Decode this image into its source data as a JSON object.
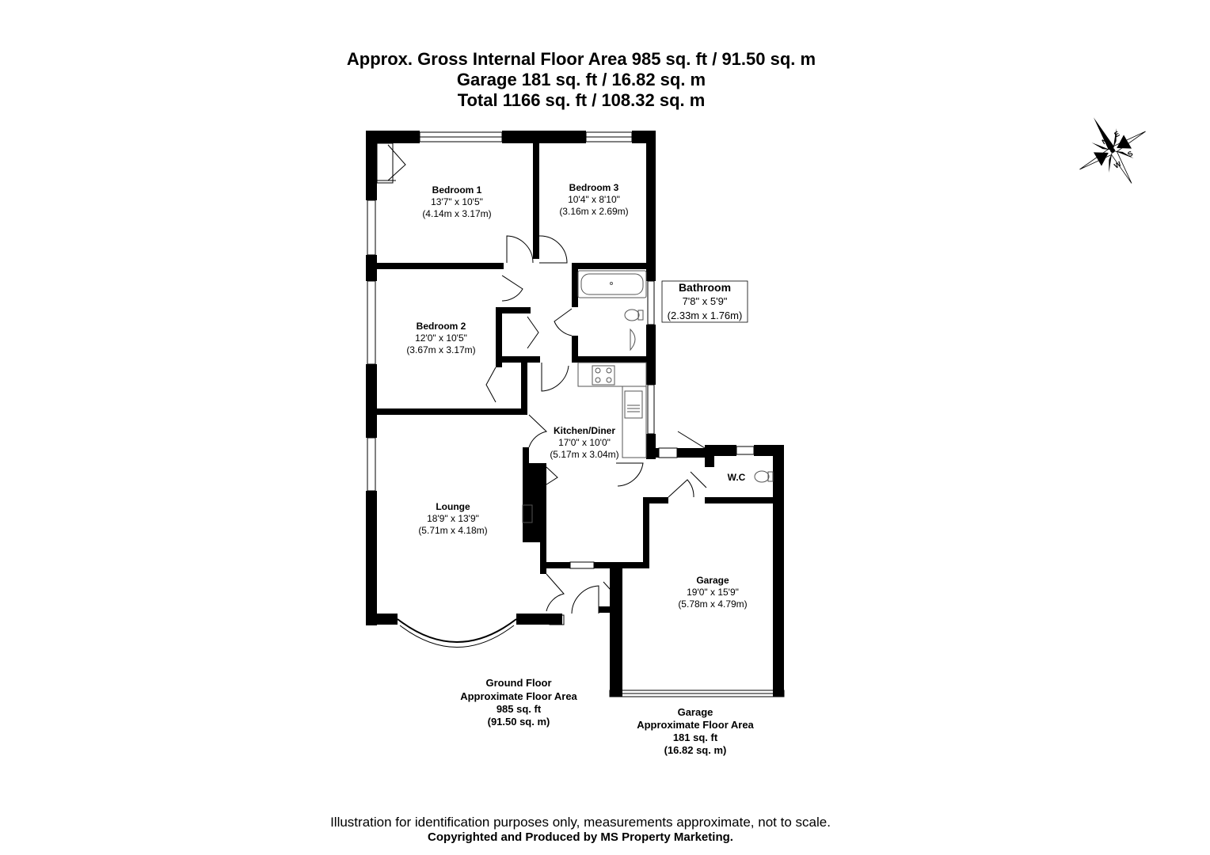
{
  "header": {
    "line1": "Approx. Gross Internal Floor Area 985 sq. ft / 91.50 sq. m",
    "line2": "Garage 181 sq. ft / 16.82 sq. m",
    "line3": "Total 1166 sq. ft / 108.32 sq. m"
  },
  "compass": {
    "n": "N",
    "e": "E",
    "s": "S",
    "w": "W"
  },
  "rooms": {
    "bedroom1": {
      "name": "Bedroom 1",
      "imperial": "13'7\" x 10'5\"",
      "metric": "(4.14m x 3.17m)"
    },
    "bedroom3": {
      "name": "Bedroom 3",
      "imperial": "10'4\" x 8'10\"",
      "metric": "(3.16m x 2.69m)"
    },
    "bathroom": {
      "name": "Bathroom",
      "imperial": "7'8\" x 5'9\"",
      "metric": "(2.33m x 1.76m)"
    },
    "bedroom2": {
      "name": "Bedroom 2",
      "imperial": "12'0\" x 10'5\"",
      "metric": "(3.67m x 3.17m)"
    },
    "kitchen": {
      "name": "Kitchen/Diner",
      "imperial": "17'0\" x 10'0\"",
      "metric": "(5.17m x 3.04m)"
    },
    "wc": {
      "name": "W.C"
    },
    "lounge": {
      "name": "Lounge",
      "imperial": "18'9\" x 13'9\"",
      "metric": "(5.71m x 4.18m)"
    },
    "garage": {
      "name": "Garage",
      "imperial": "19'0\" x 15'9\"",
      "metric": "(5.78m x 4.79m)"
    }
  },
  "areas": {
    "ground": {
      "l1": "Ground Floor",
      "l2": "Approximate Floor Area",
      "l3": "985 sq. ft",
      "l4": "(91.50 sq. m)"
    },
    "garage": {
      "l1": "Garage",
      "l2": "Approximate Floor Area",
      "l3": "181 sq. ft",
      "l4": "(16.82 sq. m)"
    }
  },
  "footer": {
    "disclaimer": "Illustration for identification purposes only, measurements approximate, not to scale.",
    "copyright": "Copyrighted  and Produced by MS Property Marketing."
  },
  "colors": {
    "wall": "#000000",
    "background": "#ffffff",
    "fixture": "#555555"
  }
}
